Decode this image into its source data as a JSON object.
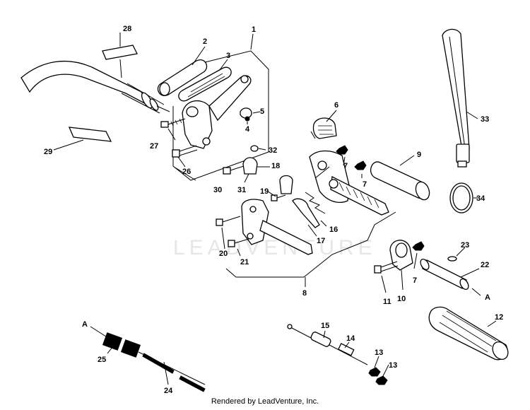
{
  "diagram": {
    "watermark": "LEADVENTURE",
    "footer": "Rendered by LeadVenture, Inc.",
    "callouts": [
      {
        "id": "c1",
        "text": "1"
      },
      {
        "id": "c2",
        "text": "2"
      },
      {
        "id": "c3",
        "text": "3"
      },
      {
        "id": "c4",
        "text": "4"
      },
      {
        "id": "c5",
        "text": "5"
      },
      {
        "id": "c6",
        "text": "6"
      },
      {
        "id": "c7a",
        "text": "7"
      },
      {
        "id": "c7b",
        "text": "7"
      },
      {
        "id": "c7c",
        "text": "7"
      },
      {
        "id": "c8",
        "text": "8"
      },
      {
        "id": "c9",
        "text": "9"
      },
      {
        "id": "c10",
        "text": "10"
      },
      {
        "id": "c11",
        "text": "11"
      },
      {
        "id": "c12",
        "text": "12"
      },
      {
        "id": "c13a",
        "text": "13"
      },
      {
        "id": "c13b",
        "text": "13"
      },
      {
        "id": "c14",
        "text": "14"
      },
      {
        "id": "c15",
        "text": "15"
      },
      {
        "id": "c16",
        "text": "16"
      },
      {
        "id": "c17",
        "text": "17"
      },
      {
        "id": "c18",
        "text": "18"
      },
      {
        "id": "c19",
        "text": "19"
      },
      {
        "id": "c20",
        "text": "20"
      },
      {
        "id": "c21",
        "text": "21"
      },
      {
        "id": "c22",
        "text": "22"
      },
      {
        "id": "c23",
        "text": "23"
      },
      {
        "id": "c24",
        "text": "24"
      },
      {
        "id": "c25",
        "text": "25"
      },
      {
        "id": "c26",
        "text": "26"
      },
      {
        "id": "c27",
        "text": "27"
      },
      {
        "id": "c28",
        "text": "28"
      },
      {
        "id": "c29",
        "text": "29"
      },
      {
        "id": "c30",
        "text": "30"
      },
      {
        "id": "c31",
        "text": "31"
      },
      {
        "id": "c32",
        "text": "32"
      },
      {
        "id": "c33",
        "text": "33"
      },
      {
        "id": "c34",
        "text": "34"
      },
      {
        "id": "cA1",
        "text": "A"
      },
      {
        "id": "cA2",
        "text": "A"
      }
    ]
  }
}
